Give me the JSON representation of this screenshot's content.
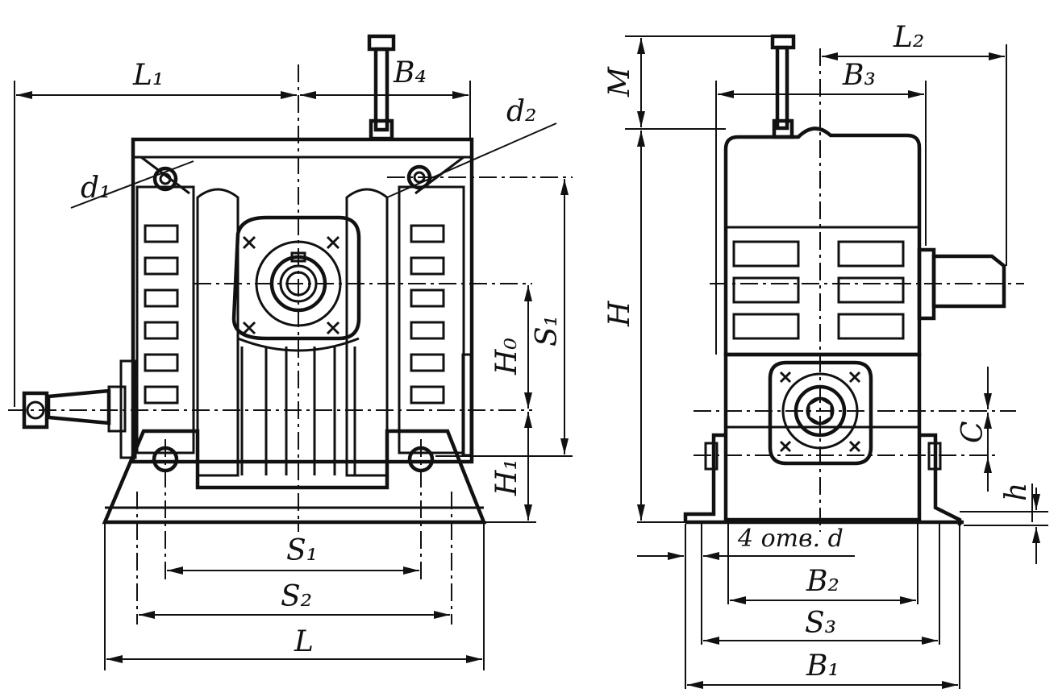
{
  "labels": {
    "L1": "L₁",
    "B4": "B₄",
    "d1": "d₁",
    "d2": "d₂",
    "H0": "H₀",
    "S1_vert": "S₁",
    "H1": "H₁",
    "S1": "S₁",
    "S2": "S₂",
    "L": "L",
    "M": "M",
    "L2": "L₂",
    "B3": "B₃",
    "H": "H",
    "C": "C",
    "h": "h",
    "holes": "4 отв. d",
    "B2": "B₂",
    "S3": "S₃",
    "B1": "B₁"
  }
}
